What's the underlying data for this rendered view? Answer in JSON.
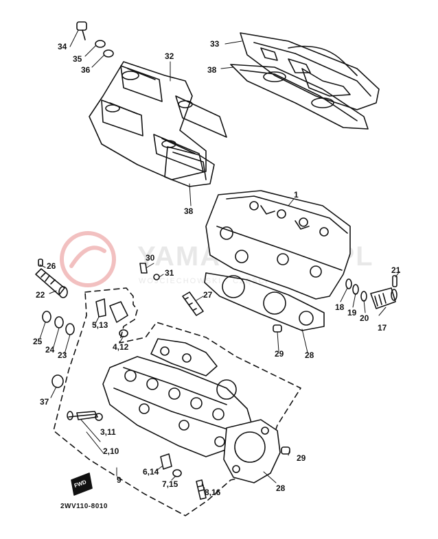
{
  "watermark": {
    "brand": "YAMA   PARTS.PL",
    "sub": "WOJCIECHOWSKI  ·  CZĘŚCI  ·  YAMAHA",
    "logo_color": "#e66a6a"
  },
  "drawing_code": "2WV110-8010",
  "fwd_mark": "FWD",
  "callouts": {
    "c1": "1",
    "c2_10": "2,10",
    "c3_11": "3,11",
    "c4_12": "4,12",
    "c5_13": "5,13",
    "c6_14": "6,14",
    "c7_15": "7,15",
    "c8_16": "8,16",
    "c9": "9",
    "c17": "17",
    "c18": "18",
    "c19": "19",
    "c20": "20",
    "c21": "21",
    "c22": "22",
    "c23": "23",
    "c24": "24",
    "c25": "25",
    "c26": "26",
    "c27": "27",
    "c28a": "28",
    "c28b": "28",
    "c29a": "29",
    "c29b": "29",
    "c30": "30",
    "c31": "31",
    "c32": "32",
    "c33": "33",
    "c34": "34",
    "c35": "35",
    "c36": "36",
    "c37": "37",
    "c38a": "38",
    "c38b": "38"
  },
  "colors": {
    "ink": "#111111",
    "watermark": "#e8e8e8"
  }
}
